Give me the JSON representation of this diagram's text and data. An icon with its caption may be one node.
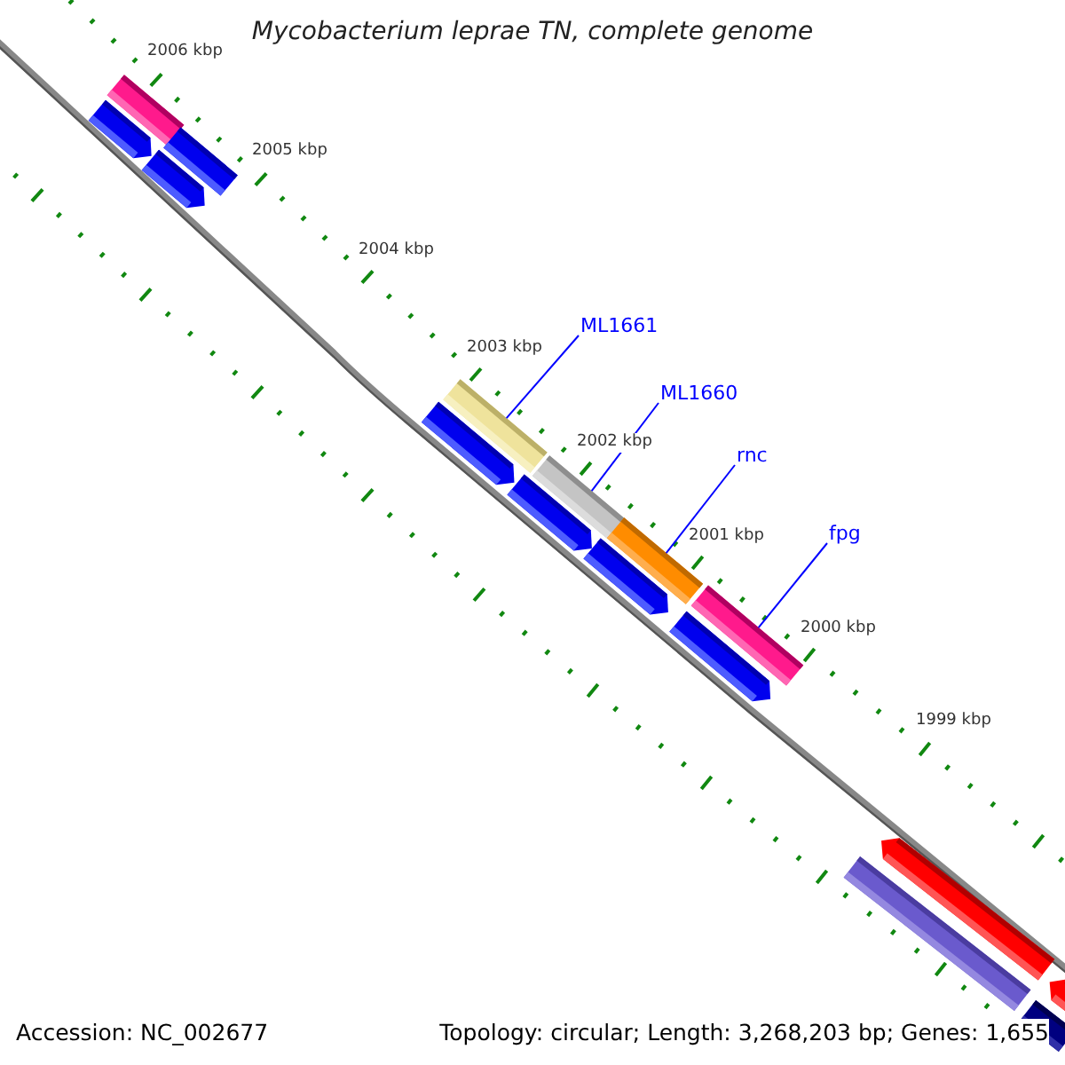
{
  "diagram": {
    "title": "Mycobacterium leprae TN, complete genome",
    "nodes": [
      {
        "text": [
          "ML1661"
        ]
      },
      {
        "text": [
          "ML1660"
        ]
      },
      {
        "text": [
          "rnc"
        ]
      },
      {
        "text": [
          "fpg"
        ]
      },
      {
        "text": [],
        "shape": "bar"
      },
      {
        "text": [],
        "shape": "bar"
      },
      {
        "text": [],
        "shape": "bar"
      },
      {
        "text": [],
        "shape": "bar"
      }
    ],
    "edges": [
      {
        "from": 0,
        "to": 4,
        "arrow": "none"
      },
      {
        "from": 1,
        "to": 5,
        "arrow": "none"
      },
      {
        "from": 2,
        "to": 6,
        "arrow": "none"
      },
      {
        "from": 3,
        "to": 7,
        "arrow": "none"
      }
    ],
    "labels": [
      "2006 kbp",
      "2005 kbp",
      "2004 kbp",
      "2003 kbp",
      "2002 kbp",
      "2001 kbp",
      "2000 kbp",
      "1999 kbp",
      "Accession: NC_002677",
      "Topology: circular; Length: 3,268,203 bp; Genes: 1,655"
    ]
  }
}
